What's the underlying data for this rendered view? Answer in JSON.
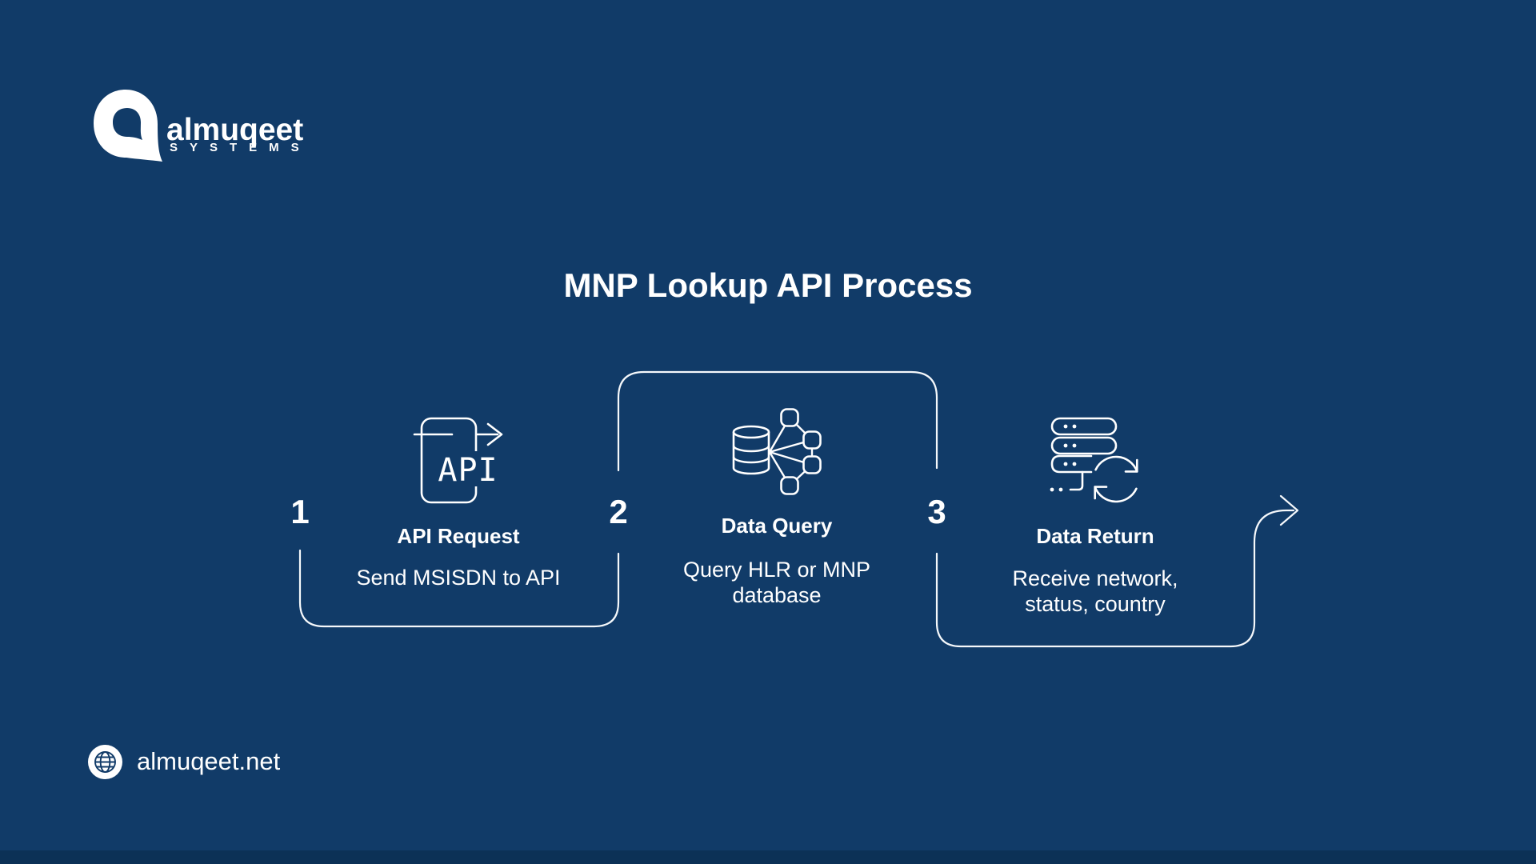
{
  "colors": {
    "background": "#113b68",
    "bottom_strip": "#0c3156",
    "line": "#f5f8fb",
    "text": "#ffffff"
  },
  "logo": {
    "brand": "almuqeet",
    "tagline": "SYSTEMS"
  },
  "title": "MNP Lookup API Process",
  "steps": [
    {
      "number": "1",
      "title": "API Request",
      "description": "Send MSISDN to API",
      "icon": "api-document-arrow-icon"
    },
    {
      "number": "2",
      "title": "Data Query",
      "description": "Query HLR or MNP database",
      "icon": "database-network-icon"
    },
    {
      "number": "3",
      "title": "Data Return",
      "description": "Receive network, status, country",
      "icon": "server-sync-icon"
    }
  ],
  "icon_labels": {
    "api_text": "API"
  },
  "footer": {
    "website": "almuqeet.net"
  }
}
